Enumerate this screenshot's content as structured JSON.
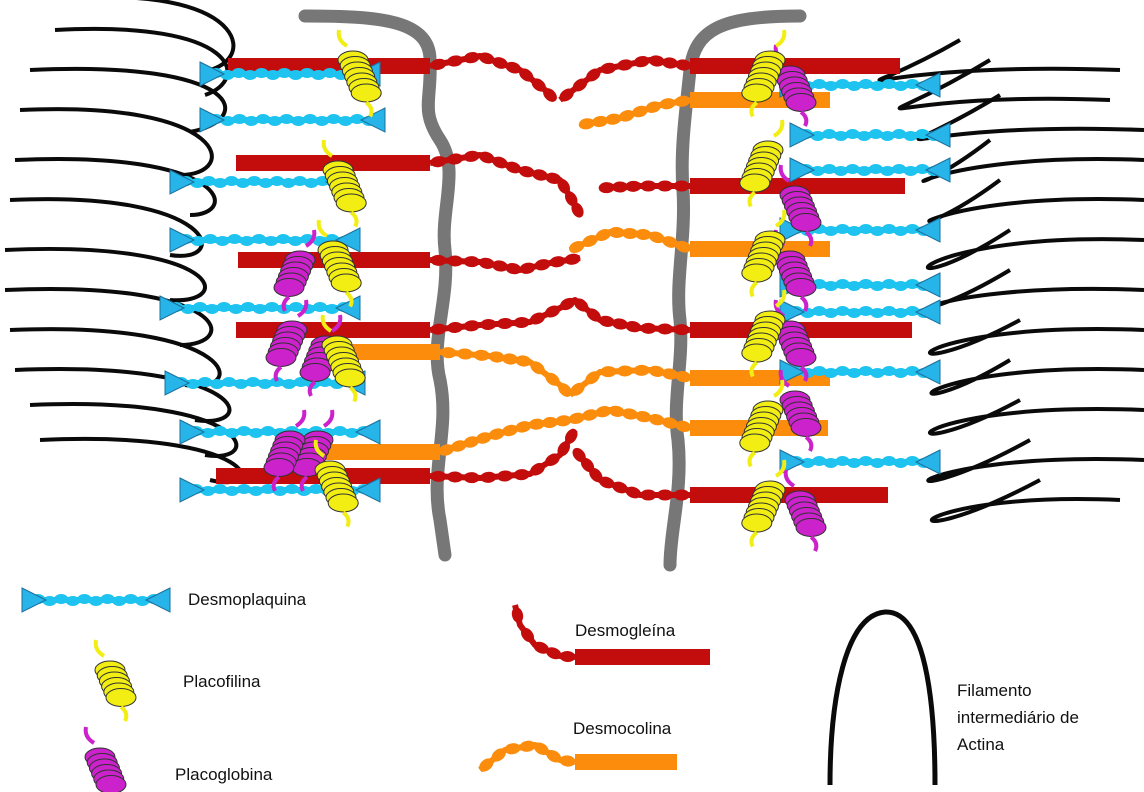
{
  "colors": {
    "membrane": "#777777",
    "desmoplaquina": "#1ec3f0",
    "desmoplaquina_tip": "#27b4e8",
    "placofilina": "#f2ee14",
    "placoglobina": "#cc22cc",
    "desmogleina": "#c30d0d",
    "desmocolina": "#fb8c0c",
    "filamento": "#0a0a0a"
  },
  "legend": {
    "desmoplaquina": "Desmoplaquina",
    "placofilina": "Placofilina",
    "placoglobina": "Placoglobina",
    "desmogleina": "Desmogleína",
    "desmocolina": "Desmocolina",
    "filamento_line1": "Filamento",
    "filamento_line2": "intermediário de",
    "filamento_line3": "Actina"
  }
}
